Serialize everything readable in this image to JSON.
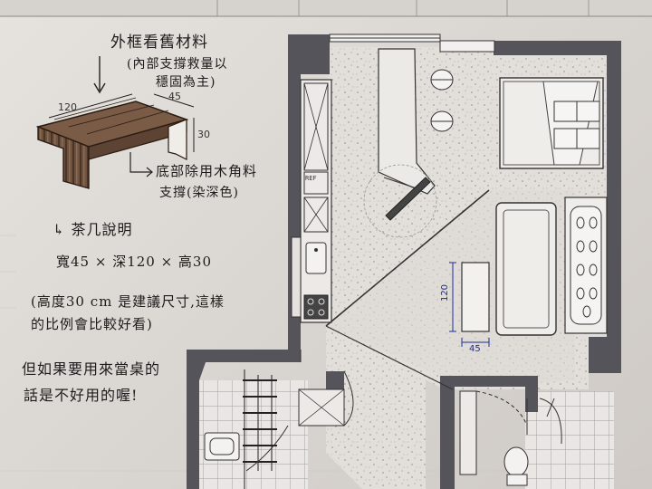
{
  "notes": {
    "top_line1": "外框看舊材料",
    "top_line2": "(內部支撐救量以",
    "top_line3": "穩固為主)",
    "side_line1": "底部除用木角料",
    "side_line2": "支撐(染深色)",
    "heading": "↳ 茶几說明",
    "size": "寬45 × 深120 × 高30",
    "remark1": "(高度30 cm 是建議尺寸,這樣",
    "remark2": "的比例會比較好看)",
    "remark3": "但如果要用來當桌的",
    "remark4": "話是不好用的喔!"
  },
  "sketch_dims": {
    "length": "120",
    "width": "45",
    "height": "30"
  },
  "plan_dims": {
    "table_depth": "120",
    "table_width": "45"
  },
  "plan_labels": {
    "fridge_tag": "REF"
  },
  "colors": {
    "wall": "#55545a",
    "floor_speckle": "#dedad6",
    "blue_ink": "#1e2a9a",
    "wood_dark": "#4a3526",
    "wood_light": "#8a6a52"
  }
}
